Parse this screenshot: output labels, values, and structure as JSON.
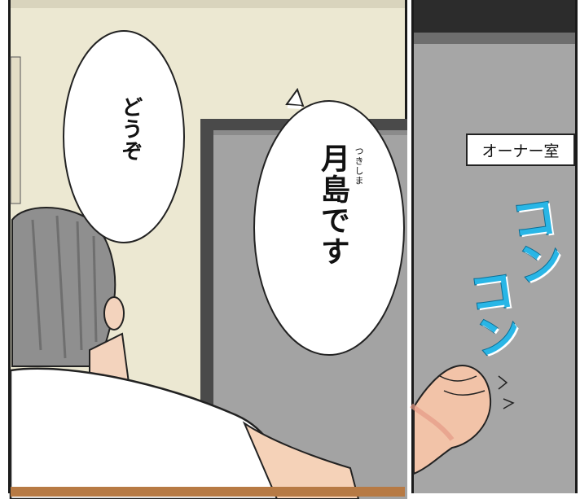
{
  "panels": [
    {
      "id": "left",
      "description_colors": {
        "wall": "#ece8d2",
        "door": "#a3a3a3",
        "shirt": "#ffffff",
        "hair": "#8f8f8f"
      }
    },
    {
      "id": "right",
      "description_colors": {
        "door": "#9b9b9b"
      }
    }
  ],
  "dialogue": {
    "bubble_1": "どうぞ",
    "bubble_2": "月島です",
    "bubble_2_ruby": "つきしま"
  },
  "sign": {
    "label": "オーナー室"
  },
  "sfx": {
    "knock_1": "コン",
    "knock_2": "コン",
    "color": "#29b6e6"
  }
}
